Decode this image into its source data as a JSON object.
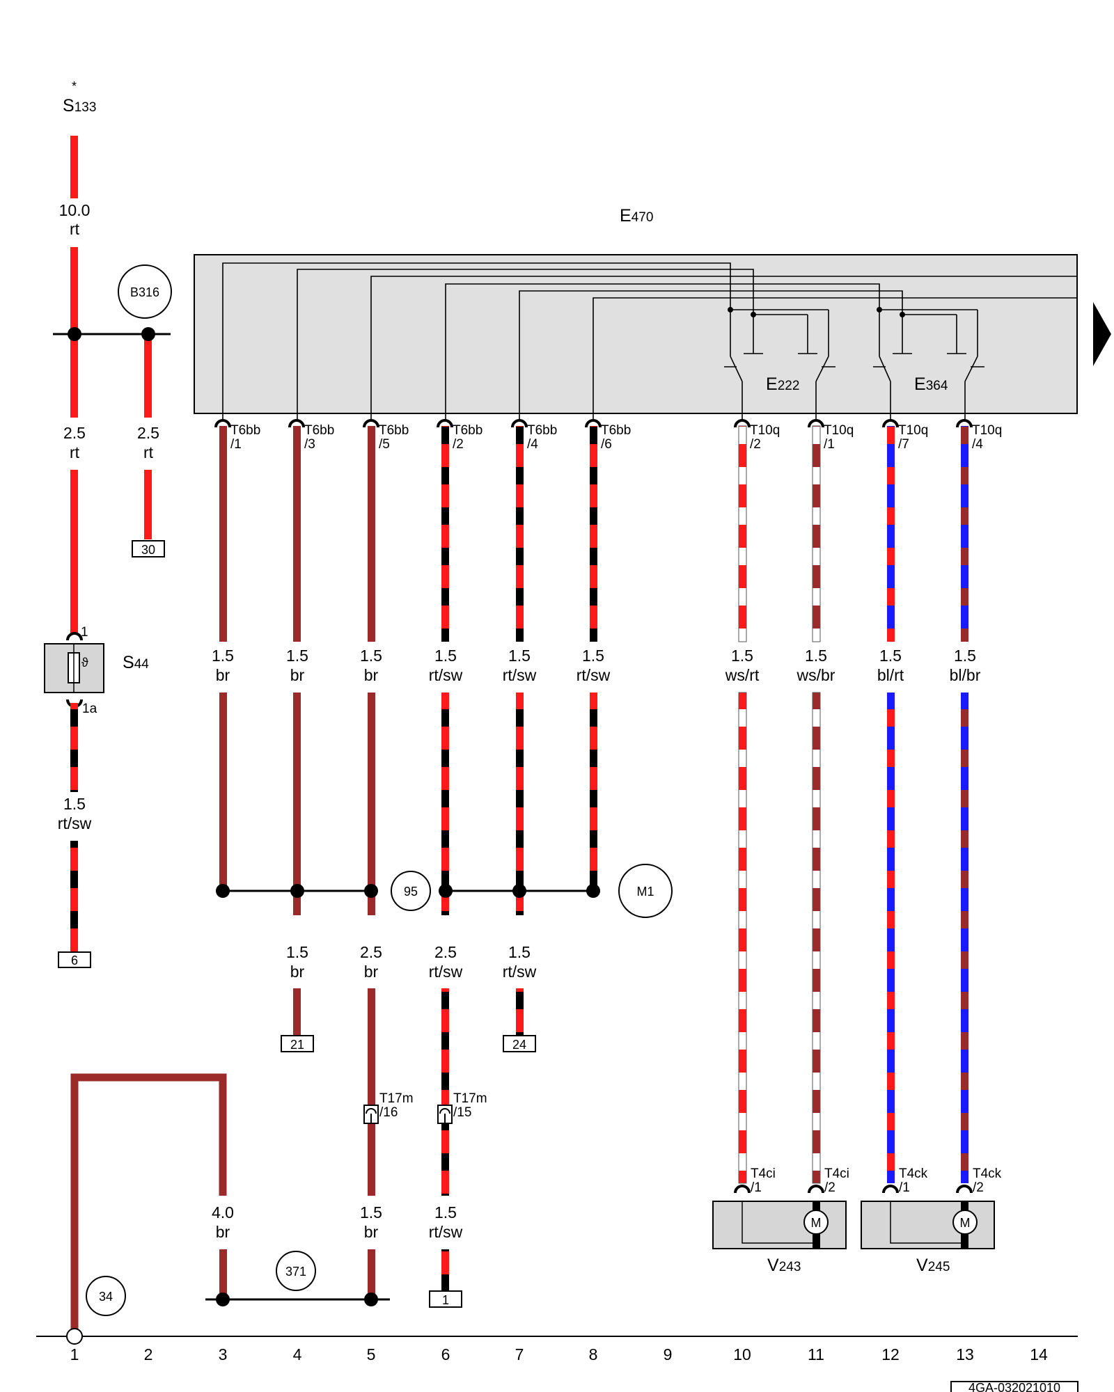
{
  "components": {
    "s133": {
      "name": "S",
      "sub": "133",
      "mark": "*"
    },
    "e470": {
      "name": "E",
      "sub": "470"
    },
    "e222": {
      "name": "E",
      "sub": "222"
    },
    "e364": {
      "name": "E",
      "sub": "364"
    },
    "s44": {
      "name": "S",
      "sub": "44",
      "pin_in": "1",
      "pin_out": "1a"
    },
    "v243": {
      "name": "V",
      "sub": "243"
    },
    "v245": {
      "name": "V",
      "sub": "245"
    },
    "motor_symbol": "M"
  },
  "wires": {
    "w1_top": {
      "size": "10.0",
      "color": "rt"
    },
    "w1_mid": {
      "size": "2.5",
      "color": "rt"
    },
    "w2_mid": {
      "size": "2.5",
      "color": "rt"
    },
    "w1_low": {
      "size": "1.5",
      "color": "rt/sw"
    },
    "w3_mid": {
      "size": "1.5",
      "color": "br"
    },
    "w4_mid": {
      "size": "1.5",
      "color": "br"
    },
    "w5_mid": {
      "size": "1.5",
      "color": "br"
    },
    "w6_mid": {
      "size": "1.5",
      "color": "rt/sw"
    },
    "w7_mid": {
      "size": "1.5",
      "color": "rt/sw"
    },
    "w8_mid": {
      "size": "1.5",
      "color": "rt/sw"
    },
    "w10_mid": {
      "size": "1.5",
      "color": "ws/rt"
    },
    "w11_mid": {
      "size": "1.5",
      "color": "ws/br"
    },
    "w12_mid": {
      "size": "1.5",
      "color": "bl/rt"
    },
    "w13_mid": {
      "size": "1.5",
      "color": "bl/br"
    },
    "w4_low": {
      "size": "1.5",
      "color": "br"
    },
    "w5_low": {
      "size": "2.5",
      "color": "br"
    },
    "w6_low": {
      "size": "2.5",
      "color": "rt/sw"
    },
    "w7_low": {
      "size": "1.5",
      "color": "rt/sw"
    },
    "w3_bot": {
      "size": "4.0",
      "color": "br"
    },
    "w5_bot": {
      "size": "1.5",
      "color": "br"
    },
    "w6_bot": {
      "size": "1.5",
      "color": "rt/sw"
    }
  },
  "connectors": {
    "t6bb_1": {
      "name": "T6bb",
      "pin": "/1"
    },
    "t6bb_3": {
      "name": "T6bb",
      "pin": "/3"
    },
    "t6bb_5": {
      "name": "T6bb",
      "pin": "/5"
    },
    "t6bb_2": {
      "name": "T6bb",
      "pin": "/2"
    },
    "t6bb_4": {
      "name": "T6bb",
      "pin": "/4"
    },
    "t6bb_6": {
      "name": "T6bb",
      "pin": "/6"
    },
    "t10q_2": {
      "name": "T10q",
      "pin": "/2"
    },
    "t10q_1": {
      "name": "T10q",
      "pin": "/1"
    },
    "t10q_7": {
      "name": "T10q",
      "pin": "/7"
    },
    "t10q_4": {
      "name": "T10q",
      "pin": "/4"
    },
    "t17m_16": {
      "name": "T17m",
      "pin": "/16"
    },
    "t17m_15": {
      "name": "T17m",
      "pin": "/15"
    },
    "t4ci_1": {
      "name": "T4ci",
      "pin": "/1"
    },
    "t4ci_2": {
      "name": "T4ci",
      "pin": "/2"
    },
    "t4ck_1": {
      "name": "T4ck",
      "pin": "/1"
    },
    "t4ck_2": {
      "name": "T4ck",
      "pin": "/2"
    }
  },
  "splices": {
    "b316": "B316",
    "n95": "95",
    "m1": "M1",
    "n371": "371",
    "n34": "34"
  },
  "refs": {
    "r30": "30",
    "r6": "6",
    "r21": "21",
    "r24": "24",
    "r1": "1"
  },
  "tracks": [
    "1",
    "2",
    "3",
    "4",
    "5",
    "6",
    "7",
    "8",
    "9",
    "10",
    "11",
    "12",
    "13",
    "14"
  ],
  "doc_id": "4GA-032021010",
  "colors": {
    "rt": "#ff1a1a",
    "br": "#9b2a2a",
    "sw": "#000000",
    "ws": "#ffffff",
    "bl": "#1a1aff",
    "box": "#e0e0e0"
  }
}
